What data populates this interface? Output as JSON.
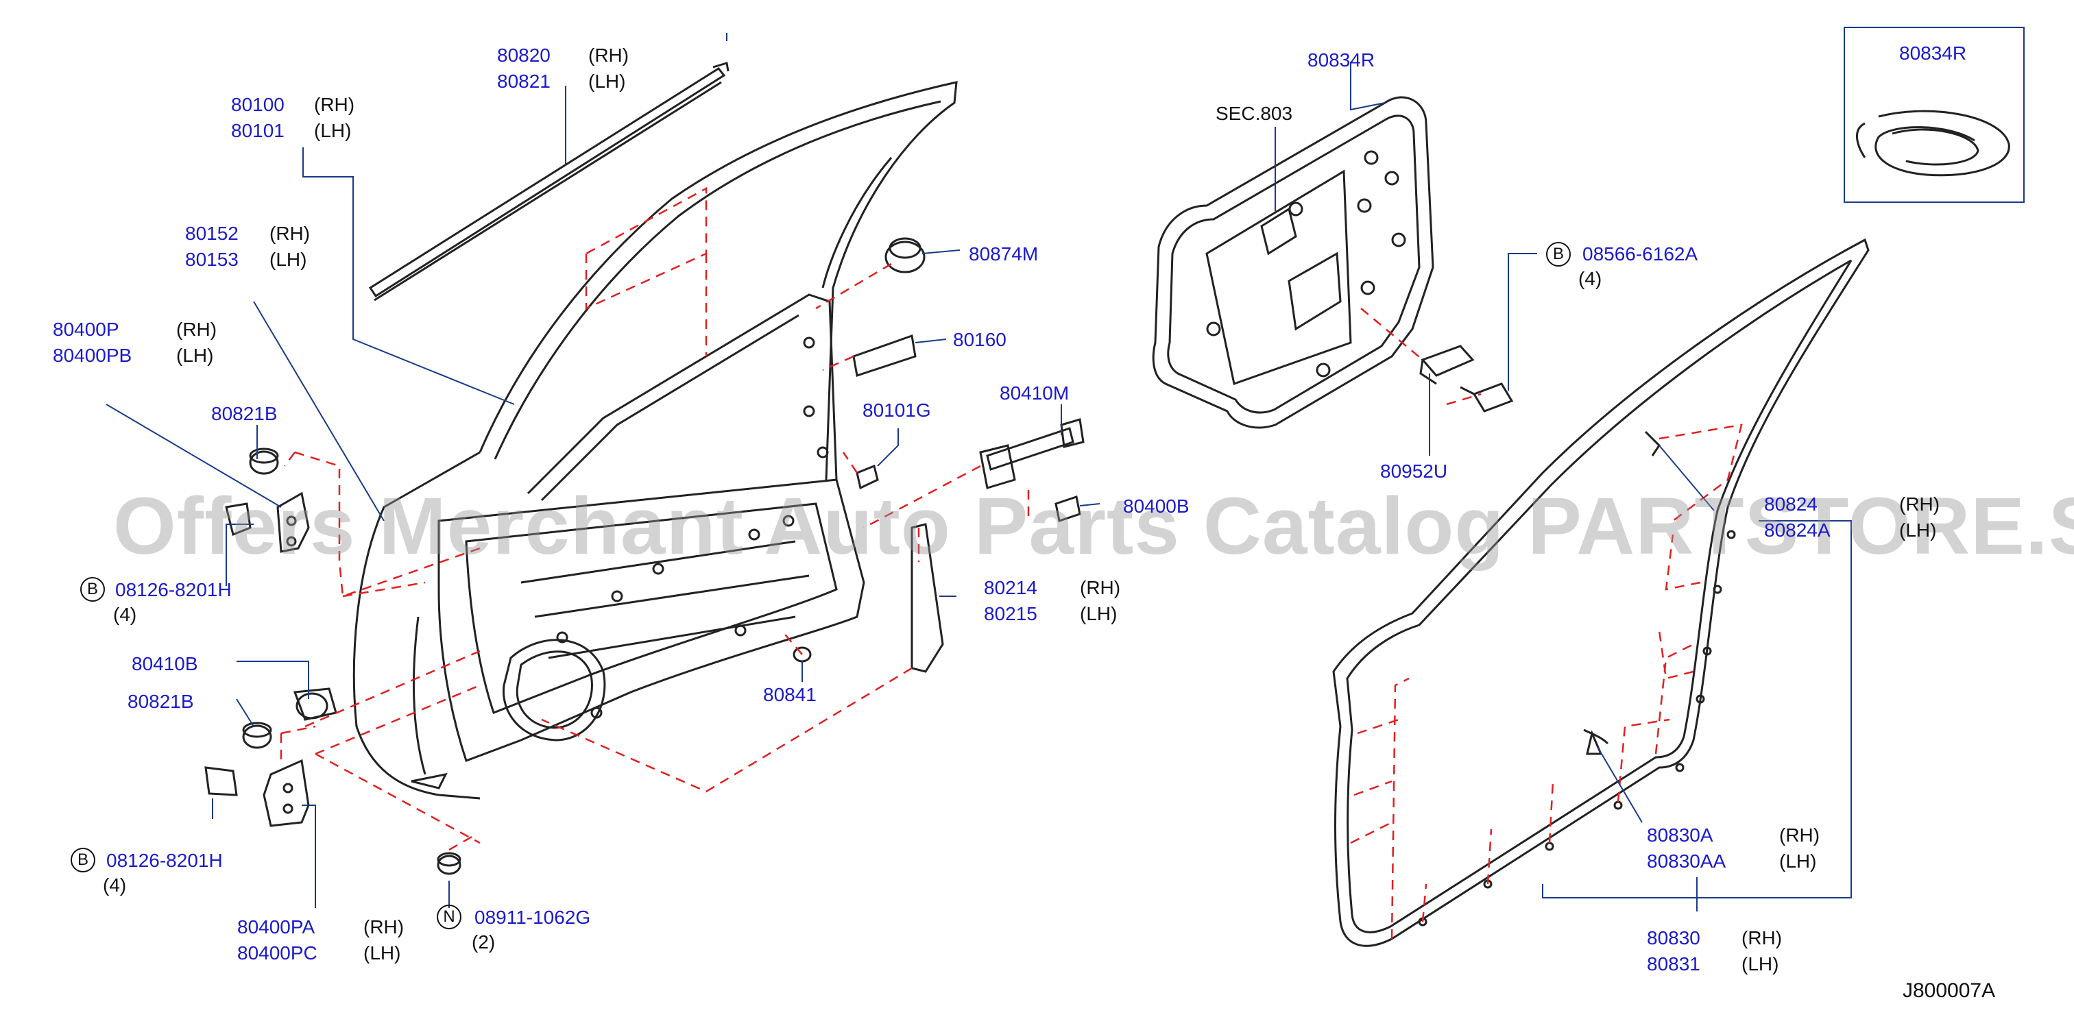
{
  "diagram_code": "J800007A",
  "watermark": "Offers Merchant Auto Parts Catalog PARTSTORE.SA",
  "parts": {
    "p80820": "80820",
    "p80821": "80821",
    "p80100": "80100",
    "p80101": "80101",
    "p80152": "80152",
    "p80153": "80153",
    "p80400P": "80400P",
    "p80400PB": "80400PB",
    "p80821B_top": "80821B",
    "p08126_top": "08126-8201H",
    "p80410B": "80410B",
    "p80821B_bot": "80821B",
    "p08126_bot": "08126-8201H",
    "p80400PA": "80400PA",
    "p80400PC": "80400PC",
    "p08911": "08911-1062G",
    "p80874M": "80874M",
    "p80160": "80160",
    "p80101G": "80101G",
    "p80410M": "80410M",
    "p80400B": "80400B",
    "p80214": "80214",
    "p80215": "80215",
    "p80841": "80841",
    "p80834R_main": "80834R",
    "sec803": "SEC.803",
    "p08566": "08566-6162A",
    "p80952U": "80952U",
    "p80834R_box": "80834R",
    "p80824": "80824",
    "p80824A": "80824A",
    "p80830A": "80830A",
    "p80830AA": "80830AA",
    "p80830": "80830",
    "p80831": "80831"
  },
  "sides": {
    "rh": "(RH)",
    "lh": "(LH)"
  },
  "qty": {
    "four": "(4)",
    "two": "(2)"
  },
  "markers": {
    "b": "B",
    "n": "N"
  },
  "colors": {
    "part_number": "#1a1acc",
    "outline": "#222222",
    "leader": "#1a3a8a",
    "dashed": "#e02020"
  }
}
